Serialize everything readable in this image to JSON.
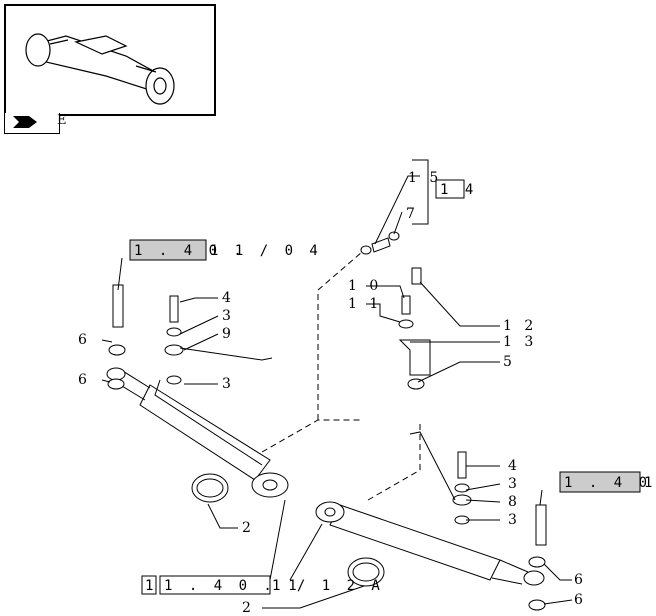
{
  "thumbnail": {
    "icon": "axle-assembly-thumbnail"
  },
  "nav": {
    "icon": "next-page-arrow-icon",
    "suffix": "E"
  },
  "refs": {
    "top_left_box": "1 . 4 0 .",
    "top_left_rest": "1 1 / 0 4",
    "right_box": "1 . 4 0 .",
    "right_rest": "1",
    "bottom_box_a": "1",
    "bottom_box_b": "1 . 4 0 . 1",
    "bottom_rest": "1 / 1 2 A",
    "box14": "1 4"
  },
  "callouts": {
    "c15": "1 5",
    "c7": "7",
    "c10": "1 0",
    "c11": "1 1",
    "c12": "1 2",
    "c13": "1 3",
    "c5": "5",
    "c4a": "4",
    "c3a": "3",
    "c9": "9",
    "c3b": "3",
    "c6a": "6",
    "c6b": "6",
    "c2a": "2",
    "c2b": "2",
    "c4b": "4",
    "c3c": "3",
    "c8": "8",
    "c3d": "3",
    "c6c": "6",
    "c6d": "6"
  }
}
